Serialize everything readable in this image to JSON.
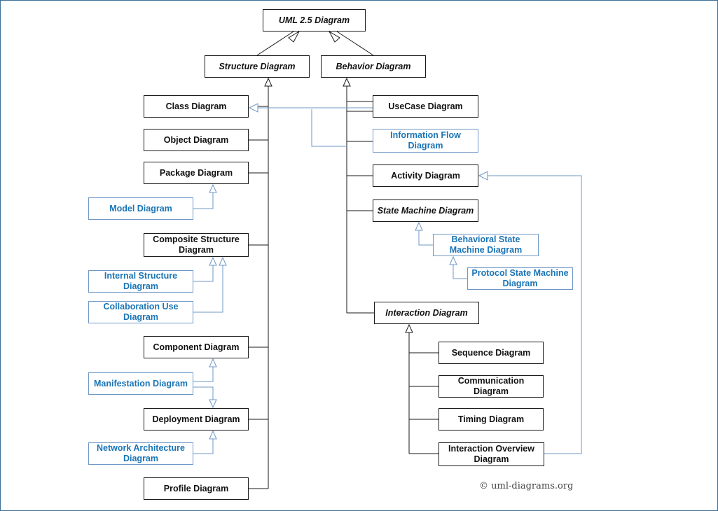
{
  "colors": {
    "standard_stroke": "#1a1a1a",
    "new_stroke": "#6f97c7",
    "new_text": "#1a74b6",
    "frame": "#3d6f96"
  },
  "nodes": {
    "uml": "UML 2.5 Diagram",
    "structure": "Structure Diagram",
    "behavior": "Behavior Diagram",
    "class": "Class Diagram",
    "object": "Object Diagram",
    "package": "Package Diagram",
    "model": "Model Diagram",
    "composite": "Composite Structure Diagram",
    "internal": "Internal Structure Diagram",
    "collaboration": "Collaboration Use Diagram",
    "component": "Component Diagram",
    "manifestation": "Manifestation Diagram",
    "deployment": "Deployment Diagram",
    "network": "Network Architecture Diagram",
    "profile": "Profile Diagram",
    "usecase": "UseCase Diagram",
    "infoflow": "Information Flow Diagram",
    "activity": "Activity Diagram",
    "statemachine": "State Machine Diagram",
    "behavioral_sm": "Behavioral State Machine Diagram",
    "protocol_sm": "Protocol State Machine Diagram",
    "interaction": "Interaction Diagram",
    "sequence": "Sequence Diagram",
    "communication": "Communication Diagram",
    "timing": "Timing Diagram",
    "interaction_overview": "Interaction Overview Diagram"
  },
  "credit": "© uml-diagrams.org"
}
